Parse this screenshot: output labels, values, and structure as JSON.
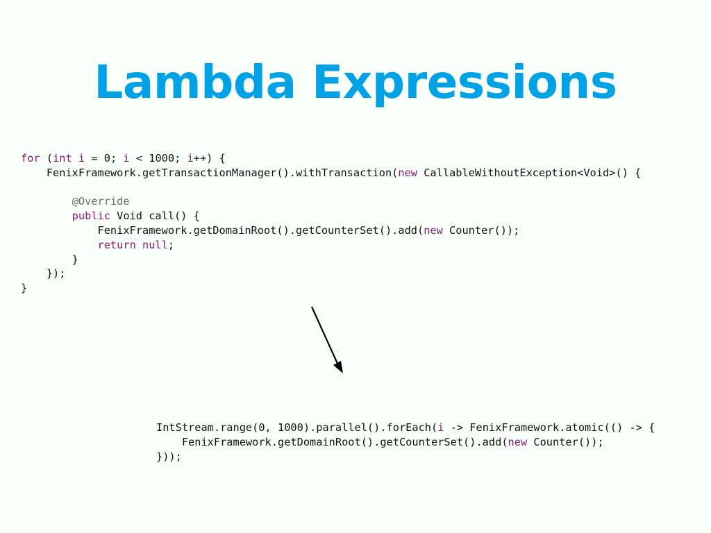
{
  "slide": {
    "title": "Lambda Expressions"
  },
  "code_before": {
    "lines": [
      [
        {
          "t": "for",
          "k": "kw"
        },
        {
          "t": " (",
          "k": ""
        },
        {
          "t": "int",
          "k": "kw"
        },
        {
          "t": " ",
          "k": ""
        },
        {
          "t": "i",
          "k": "kw"
        },
        {
          "t": " = 0; ",
          "k": ""
        },
        {
          "t": "i",
          "k": "kw"
        },
        {
          "t": " < 1000; ",
          "k": ""
        },
        {
          "t": "i",
          "k": "kw"
        },
        {
          "t": "++) {",
          "k": ""
        }
      ],
      [
        {
          "t": "    FenixFramework.getTransactionManager().withTransaction(",
          "k": ""
        },
        {
          "t": "new",
          "k": "kw"
        },
        {
          "t": " CallableWithoutException<Void>() {",
          "k": ""
        }
      ],
      [
        {
          "t": "",
          "k": ""
        }
      ],
      [
        {
          "t": "        ",
          "k": ""
        },
        {
          "t": "@Override",
          "k": "ann"
        }
      ],
      [
        {
          "t": "        ",
          "k": ""
        },
        {
          "t": "public",
          "k": "kw"
        },
        {
          "t": " Void call() {",
          "k": ""
        }
      ],
      [
        {
          "t": "            FenixFramework.getDomainRoot().getCounterSet().add(",
          "k": ""
        },
        {
          "t": "new",
          "k": "kw"
        },
        {
          "t": " Counter());",
          "k": ""
        }
      ],
      [
        {
          "t": "            ",
          "k": ""
        },
        {
          "t": "return",
          "k": "kw"
        },
        {
          "t": " ",
          "k": ""
        },
        {
          "t": "null",
          "k": "kw"
        },
        {
          "t": ";",
          "k": ""
        }
      ],
      [
        {
          "t": "        }",
          "k": ""
        }
      ],
      [
        {
          "t": "    });",
          "k": ""
        }
      ],
      [
        {
          "t": "}",
          "k": ""
        }
      ]
    ]
  },
  "code_after": {
    "lines": [
      [
        {
          "t": "IntStream.range(0, 1000).parallel().forEach(",
          "k": ""
        },
        {
          "t": "i",
          "k": "kw"
        },
        {
          "t": " -> FenixFramework.atomic(() -> {",
          "k": ""
        }
      ],
      [
        {
          "t": "    FenixFramework.getDomainRoot().getCounterSet().add(",
          "k": ""
        },
        {
          "t": "new",
          "k": "kw"
        },
        {
          "t": " Counter());",
          "k": ""
        }
      ],
      [
        {
          "t": "}));",
          "k": ""
        }
      ]
    ]
  },
  "arrow": {
    "icon": "arrow-down-right-icon",
    "color": "#000000"
  },
  "colors": {
    "title": "#00a2e5",
    "keyword": "#8b1b6d",
    "annotation": "#6e6e6e",
    "text": "#111111",
    "background": "#f8fef9"
  }
}
